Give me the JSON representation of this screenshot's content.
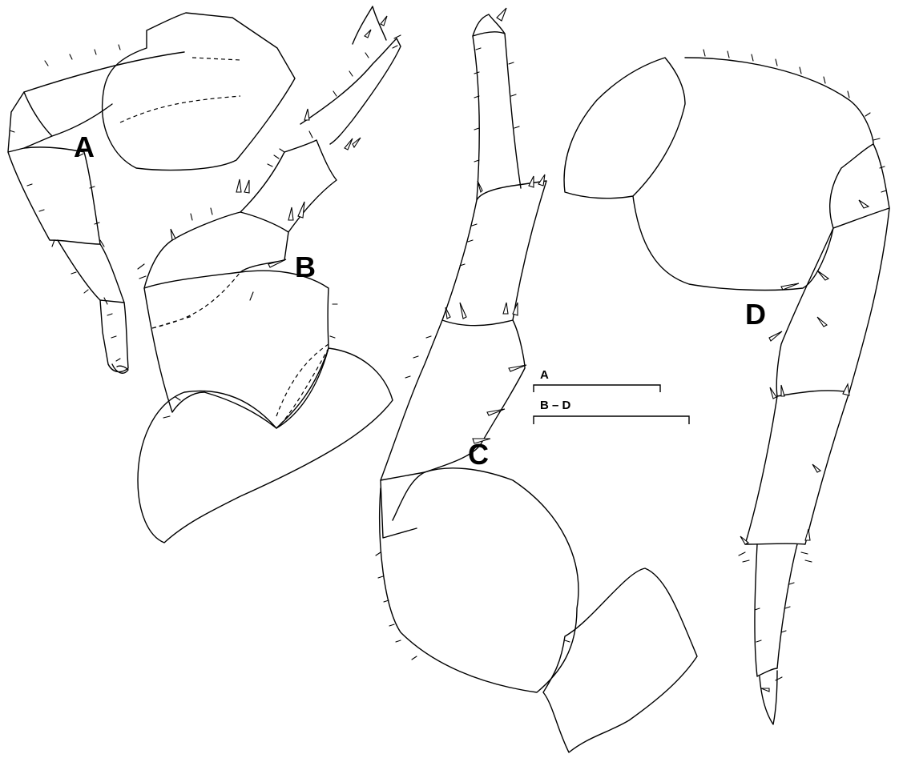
{
  "panels": {
    "a": {
      "label": "A"
    },
    "b": {
      "label": "B"
    },
    "c": {
      "label": "C"
    },
    "d": {
      "label": "D"
    }
  },
  "scale_bars": {
    "a": {
      "label": "A"
    },
    "bd": {
      "label": "B – D"
    }
  }
}
